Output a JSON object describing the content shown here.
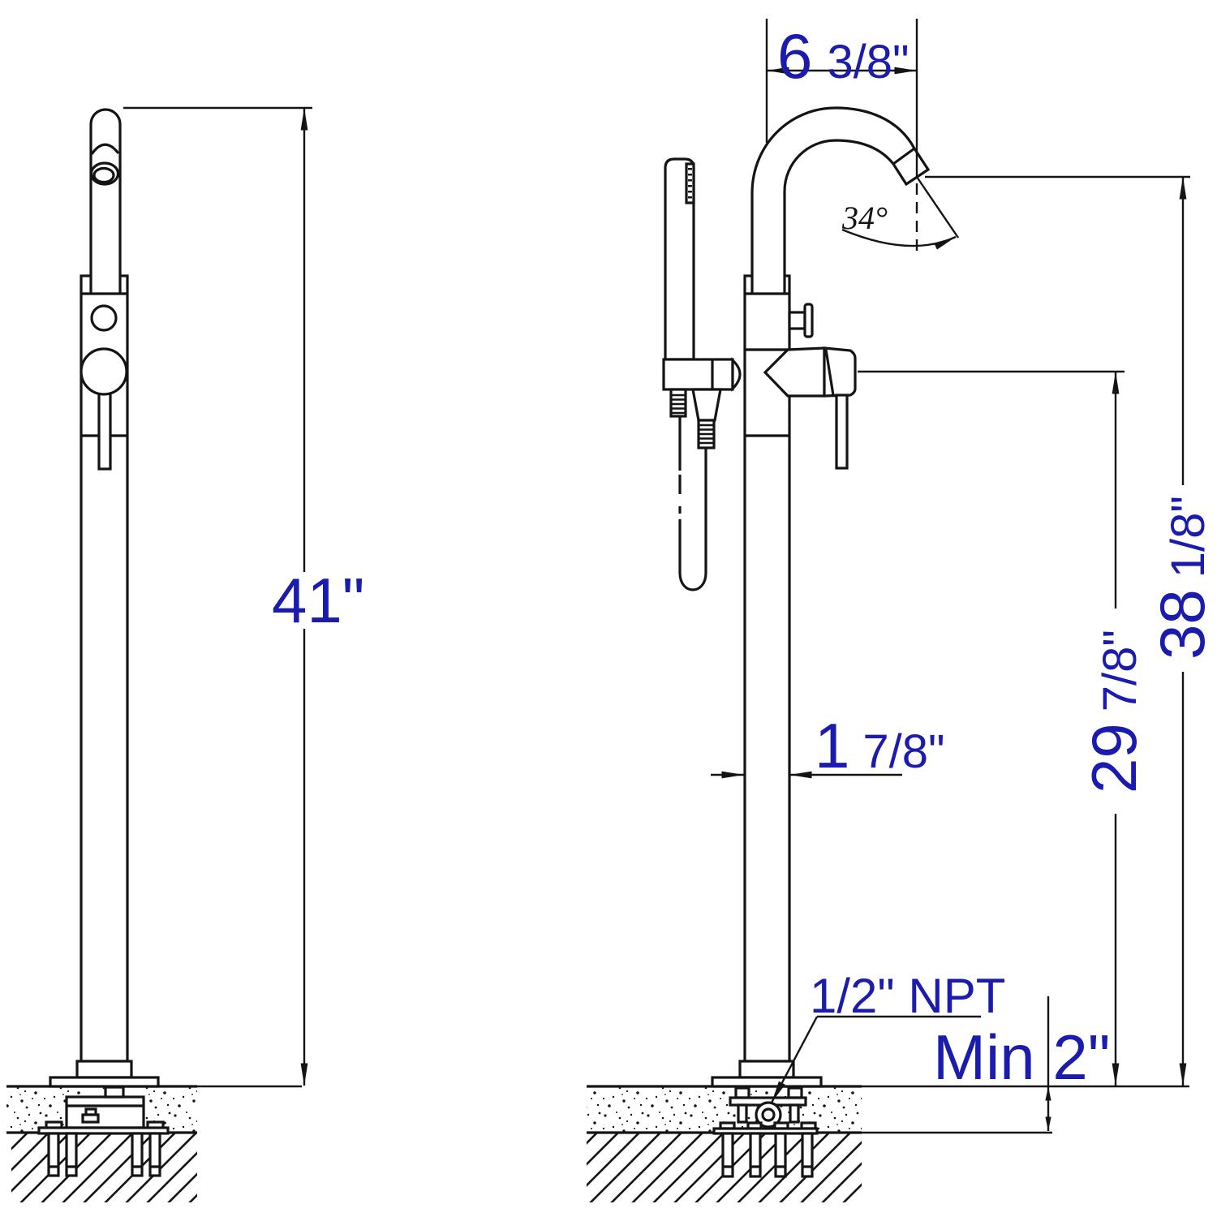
{
  "colors": {
    "dimension_text": "#1b1bae",
    "line": "#141414"
  },
  "dims": {
    "spout_reach": {
      "big": "6",
      "small": "3/8\""
    },
    "total_height": {
      "big": "41\"",
      "small": ""
    },
    "outlet_height": {
      "big": "38",
      "small": "1/8\""
    },
    "handle_height": {
      "big": "29",
      "small": "7/8\""
    },
    "column_width": {
      "big": "1",
      "small": "7/8\""
    },
    "min_clearance": {
      "big": "Min 2\"",
      "small": ""
    },
    "inlet": "1/2\" NPT",
    "spout_angle": "34°"
  }
}
